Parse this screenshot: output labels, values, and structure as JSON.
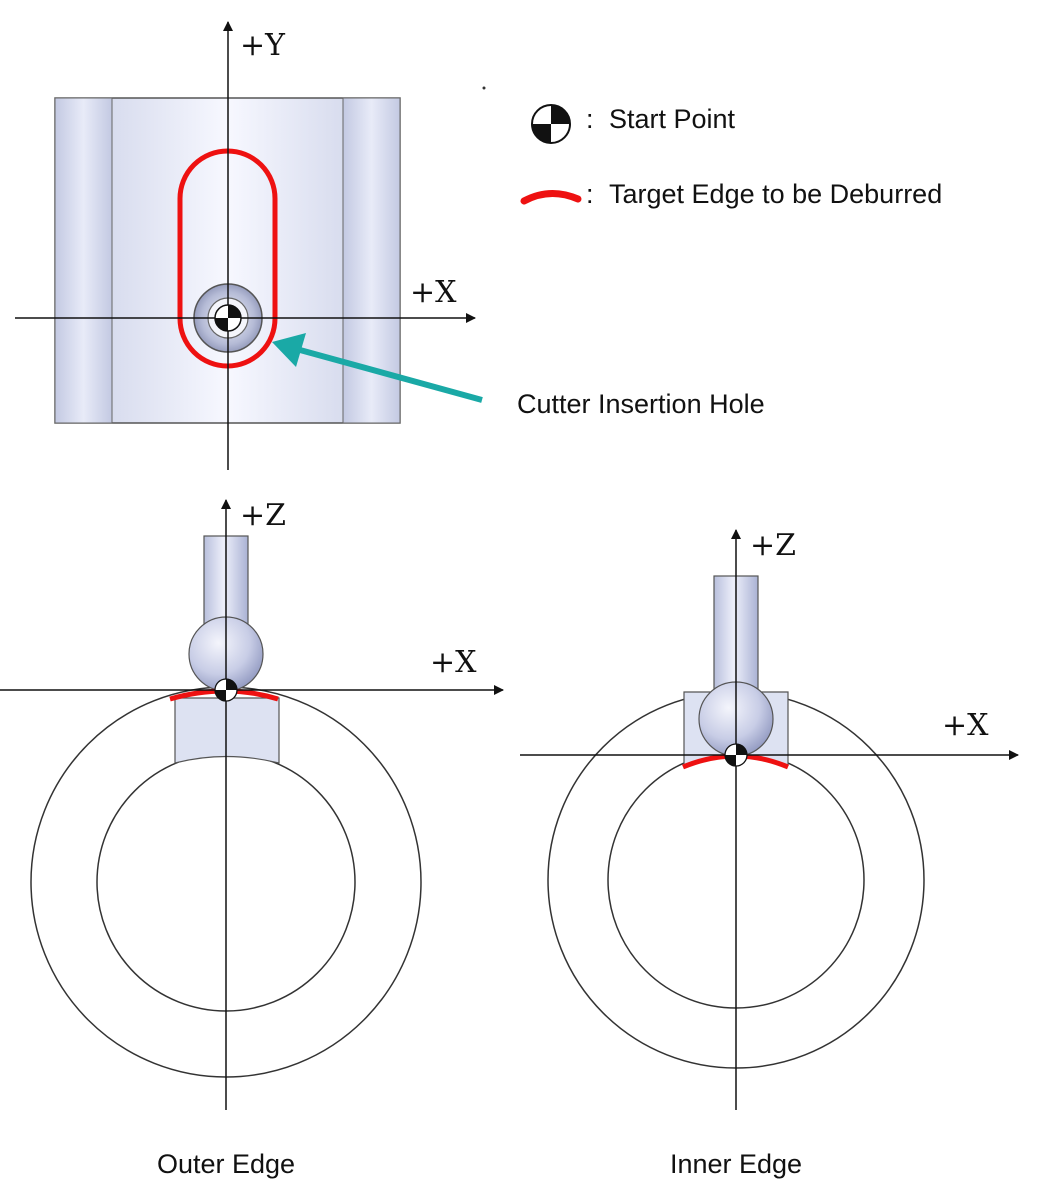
{
  "legend": {
    "separator": ":",
    "start_point": "Start Point",
    "target_edge": "Target Edge to be Deburred"
  },
  "top_view": {
    "axis_y": "+Y",
    "axis_x": "+X",
    "callout": "Cutter Insertion Hole"
  },
  "outer_view": {
    "axis_z": "+Z",
    "axis_x": "+X",
    "caption": "Outer Edge"
  },
  "inner_view": {
    "axis_z": "+Z",
    "axis_x": "+X",
    "caption": "Inner Edge"
  },
  "colors": {
    "target_edge": "#ee1111",
    "callout_arrow": "#1aa9a6",
    "part_fill": "#dde2f2",
    "outline": "#333333"
  }
}
